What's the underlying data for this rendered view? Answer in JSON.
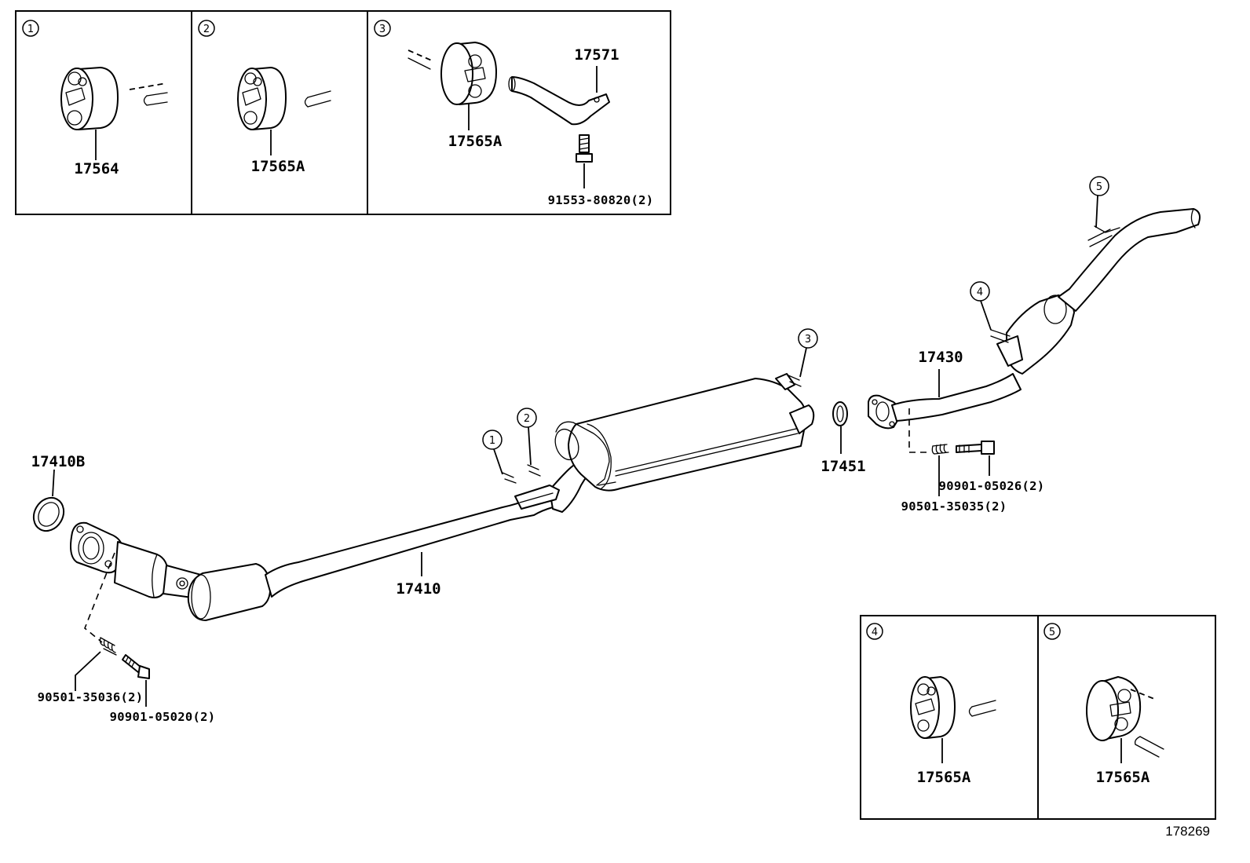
{
  "diagram_id": "178269",
  "insets": [
    {
      "callout": "1",
      "part": "17564"
    },
    {
      "callout": "2",
      "part": "17565A"
    },
    {
      "callout": "3",
      "parts": [
        "17565A",
        "17571",
        "91553-80820(2)"
      ]
    },
    {
      "callout": "4",
      "part": "17565A"
    },
    {
      "callout": "5",
      "part": "17565A"
    }
  ],
  "main_labels": {
    "gasket_front": "17410B",
    "front_pipe": "17410",
    "spring_front": "90501-35036(2)",
    "bolt_front": "90901-05020(2)",
    "gasket_center": "17451",
    "tail_pipe": "17430",
    "bolt_rear": "90901-05026(2)",
    "spring_rear": "90501-35035(2)"
  },
  "callouts": [
    "1",
    "2",
    "3",
    "4",
    "5"
  ]
}
